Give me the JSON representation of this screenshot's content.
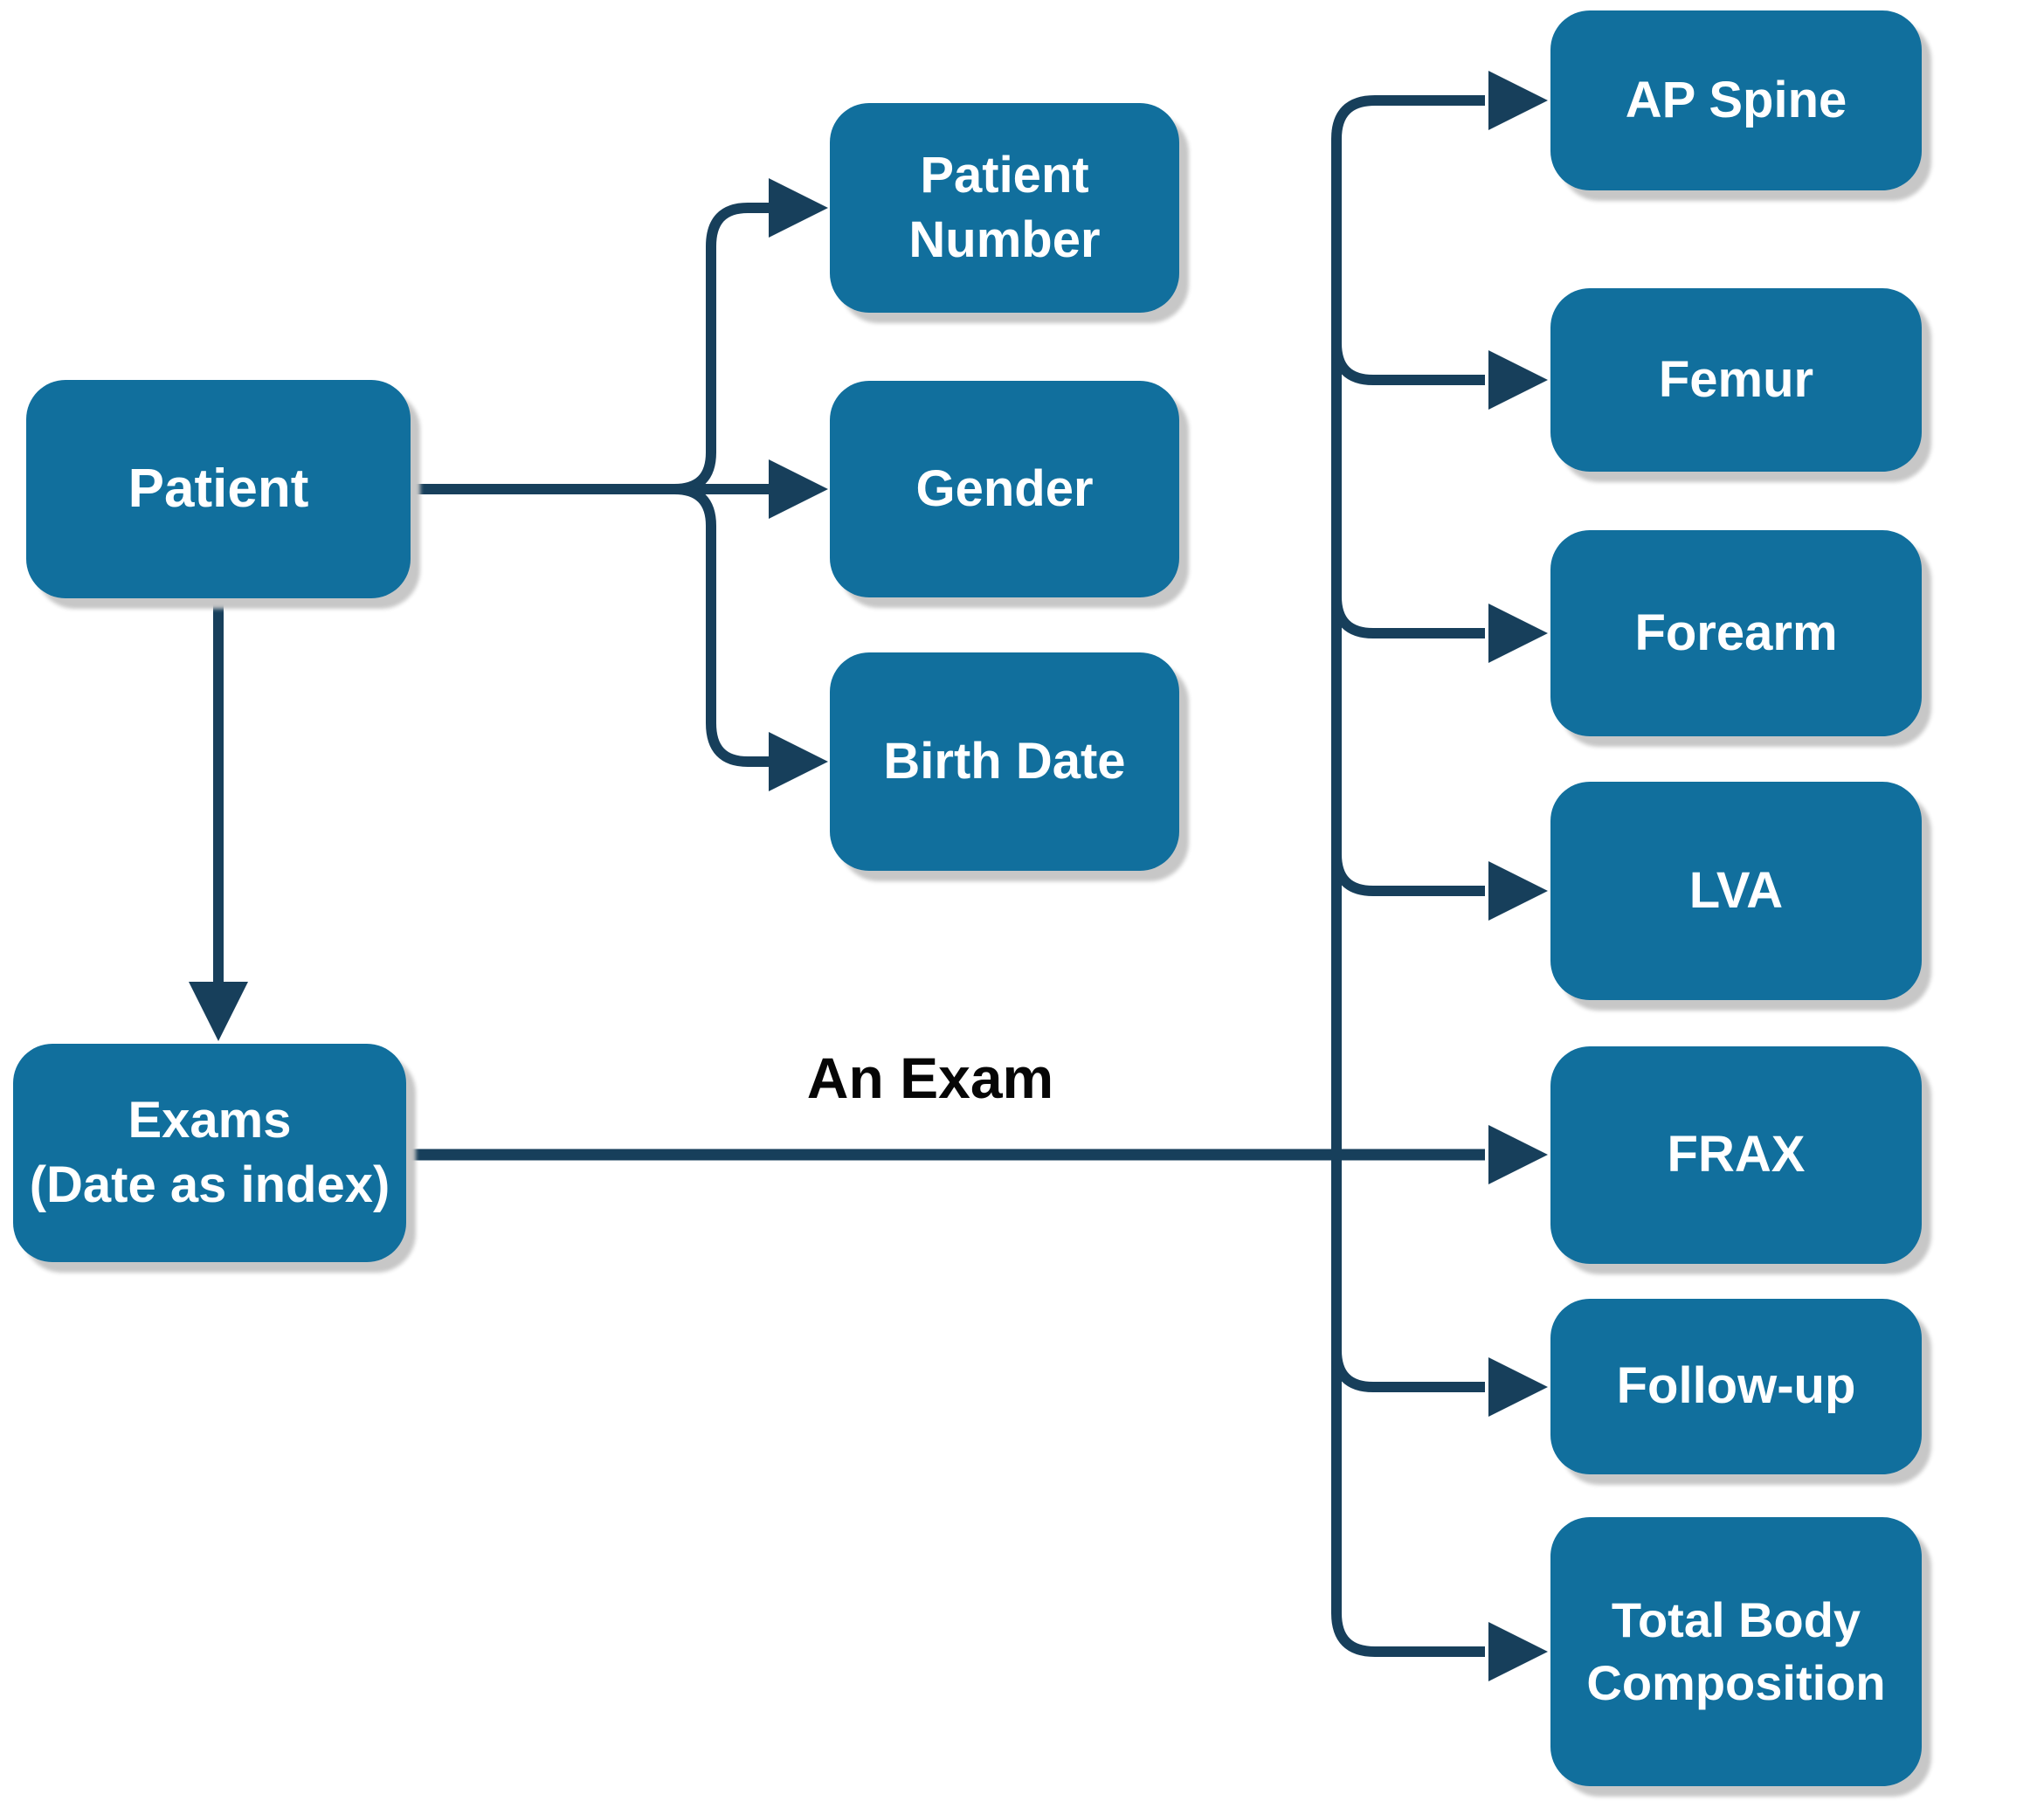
{
  "diagram": {
    "background_color": "#ffffff",
    "node_fill_color": "#116f9d",
    "node_text_color": "#ffffff",
    "connector_color": "#173f5b",
    "edge_label_color": "#000000",
    "patient": {
      "label": "Patient"
    },
    "exams": {
      "line1": "Exams",
      "line2": "(Date as index)"
    },
    "patient_attributes": {
      "patient_number": {
        "line1": "Patient",
        "line2": "Number"
      },
      "gender": {
        "label": "Gender"
      },
      "birth_date": {
        "label": "Birth Date"
      }
    },
    "edge_label": "An Exam",
    "exam_types": [
      {
        "label": "AP Spine"
      },
      {
        "label": "Femur"
      },
      {
        "label": "Forearm"
      },
      {
        "label": "LVA"
      },
      {
        "label": "FRAX"
      },
      {
        "label": "Follow-up"
      },
      {
        "line1": "Total Body",
        "line2": "Composition"
      }
    ]
  }
}
